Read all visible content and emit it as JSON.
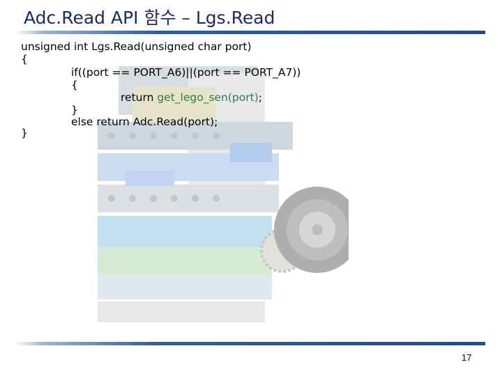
{
  "slide": {
    "title": "Adc.Read API 함수 – Lgs.Read",
    "page_number": "17"
  },
  "code": {
    "line1": "unsigned int Lgs.Read(unsigned char port)",
    "line2": "{",
    "line3": "if((port == PORT_A6)||(port == PORT_A7))",
    "line4": "{",
    "line5_prefix": "return ",
    "line5_highlight": "get_lego_sen(port)",
    "line5_suffix": ";",
    "line6": "}",
    "line7": "else return Adc.Read(port);",
    "line8": "}"
  },
  "colors": {
    "title": "#1a2a6c",
    "rule": "#1f4d8c",
    "code_highlight": "#2d7a55"
  }
}
